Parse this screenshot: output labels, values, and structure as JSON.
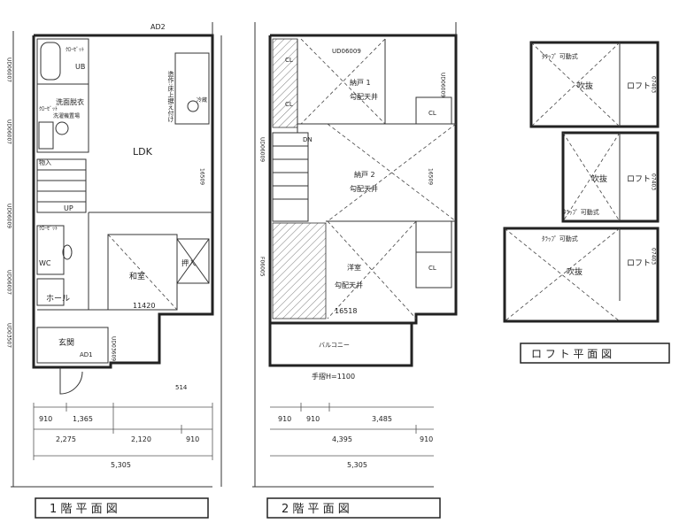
{
  "floor1": {
    "title": "1 階 平 面 図",
    "rooms": {
      "ldk": "LDK",
      "washroom": "洗面脱衣",
      "ub": "UB",
      "wc": "WC",
      "hall": "ホール",
      "entrance": "玄関",
      "washitsu": "和室",
      "storage": "物入",
      "oshiire": "押入",
      "up": "UP",
      "kitchen": "造作:床上据え付け",
      "refrigerator": "冷蔵"
    },
    "equipment": {
      "closet_a": "ｸﾛｰｾﾞｯﾄ",
      "closet_b": "ｸﾛｰｾﾞｯﾄ",
      "closet_c": "ｸﾛｰｾﾞｯﾄ",
      "washing": "洗濯機置場"
    },
    "labels": {
      "ad2": "AD2",
      "ad1": "AD1",
      "ud06007_top": "UD06007",
      "ud06007_mid": "UD06007",
      "ud06007_low": "UD06007",
      "ud06009": "UD06009",
      "ud03507": "UD03507",
      "ud03609": "UD03609",
      "fix16509": "16509",
      "fix11420": "11420",
      "d514": "514"
    },
    "dims_row1": [
      "910",
      "1,365"
    ],
    "dims_row2": [
      "2,275",
      "2,120",
      "910"
    ],
    "dims_total": "5,305"
  },
  "floor2": {
    "title": "2 階 平 面 図",
    "rooms": {
      "nando1": "納戸 1",
      "nando2": "納戸 2",
      "yoshitsu": "洋室",
      "balcony": "バルコニー",
      "ceiling1": "勾配天井",
      "ceiling2": "勾配天井",
      "ceiling3": "勾配天井",
      "cl1": "CL",
      "cl2": "CL",
      "cl3": "CL",
      "cl4": "CL",
      "dn": "DN"
    },
    "labels": {
      "ud06009_top": "UD06009",
      "ud06009_side": "UD06009",
      "ud06009_r": "UD06009",
      "f06005": "F06005",
      "fix16518": "16518",
      "fix16509": "16509",
      "handrail": "手摺H=1100"
    },
    "dims_row1": [
      "910",
      "910",
      "3,485"
    ],
    "dims_row2": [
      "4,395",
      "910"
    ],
    "dims_total": "5,305"
  },
  "loft": {
    "title": "ロ フ ト 平 面 図",
    "rooms": {
      "loft1": "ロフト",
      "loft2": "ロフト",
      "loft3": "ロフト",
      "void1": "吹抜",
      "void2": "吹抜",
      "void3": "吹抜"
    },
    "labels": {
      "ladder1": "ﾀﾗｯﾌﾟ 可動式",
      "ladder2": "ﾀﾗｯﾌﾟ 可動式",
      "ladder3": "ﾀﾗｯﾌﾟ 可動式",
      "w1": "07403",
      "w2": "07403",
      "w3": "07403"
    }
  }
}
